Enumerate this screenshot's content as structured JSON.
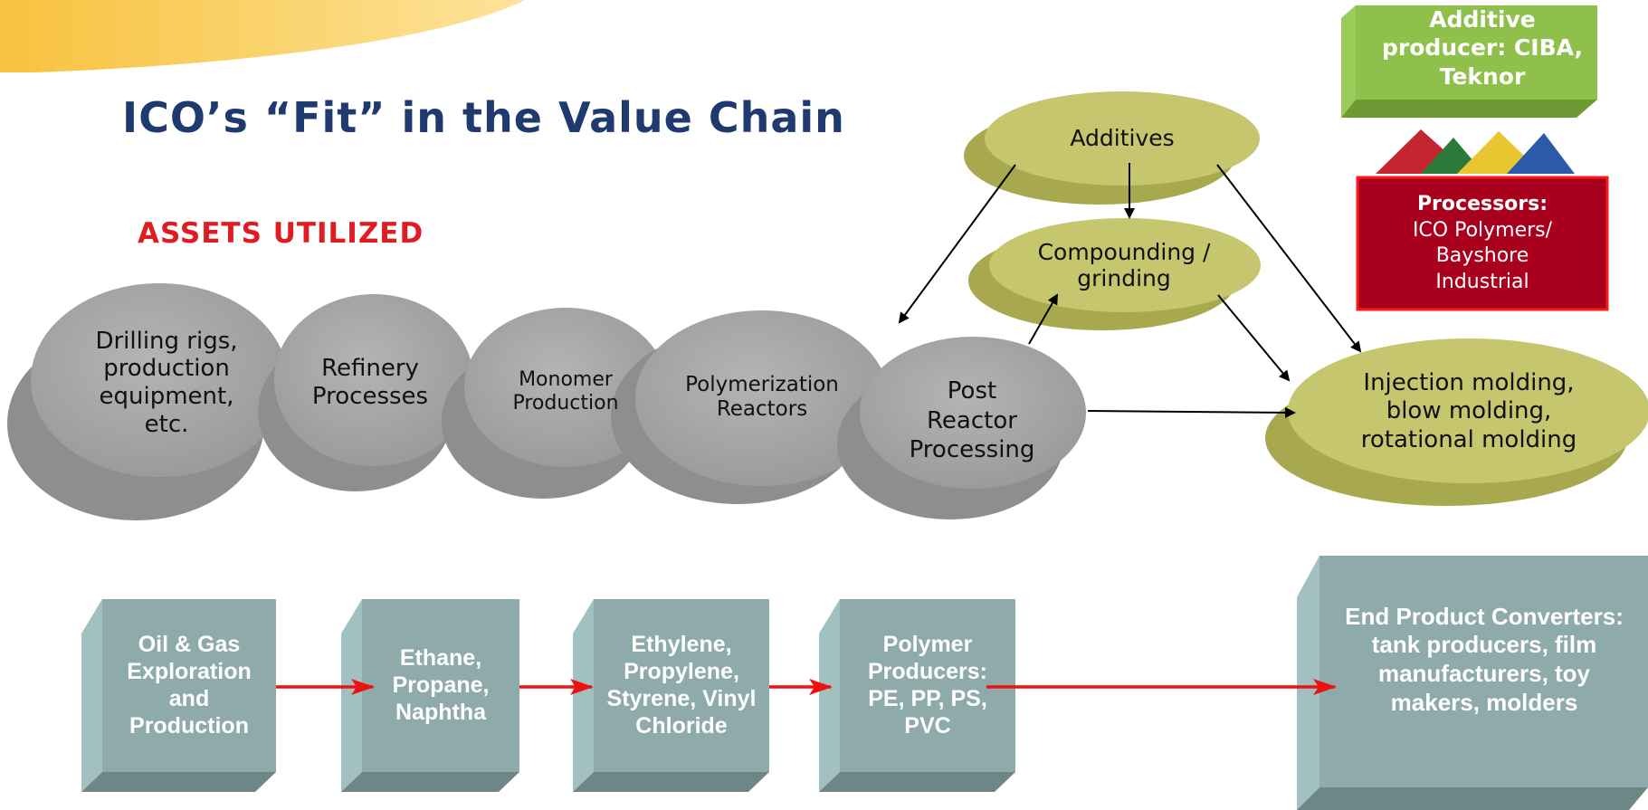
{
  "title": "ICO’s “Fit” in the Value Chain",
  "subtitle": "ASSETS UTILIZED",
  "assets": [
    {
      "id": "drilling",
      "label": "Drilling rigs, production equipment, etc."
    },
    {
      "id": "refinery",
      "label": "Refinery Processes"
    },
    {
      "id": "monomer",
      "label": "Monomer Production"
    },
    {
      "id": "polymerization",
      "label": "Polymerization Reactors"
    },
    {
      "id": "post-reactor",
      "label": "Post Reactor Processing"
    }
  ],
  "green_ovals": [
    {
      "id": "additives",
      "label": "Additives"
    },
    {
      "id": "compounding",
      "label": "Compounding / grinding"
    },
    {
      "id": "molding",
      "label": "Injection molding, blow molding, rotational molding"
    }
  ],
  "additive_producer": "Additive producer: CIBA, Teknor",
  "processors": {
    "heading": "Processors:",
    "body": "ICO Polymers/ Bayshore Industrial"
  },
  "chain": [
    {
      "id": "oil-gas",
      "label": "Oil & Gas Exploration and Production"
    },
    {
      "id": "ethane",
      "label": "Ethane, Propane, Naphtha"
    },
    {
      "id": "ethylene",
      "label": "Ethylene, Propylene, Styrene, Vinyl Chloride"
    },
    {
      "id": "polymer",
      "label": "Polymer Producers: PE, PP, PS, PVC"
    },
    {
      "id": "end-product",
      "label": "End Product Converters:  tank producers, film manufacturers, toy makers, molders"
    }
  ],
  "colors": {
    "title": "#1f3a6e",
    "subtitle": "#e01b22",
    "gray_oval": "#a5a5a5",
    "green_oval": "#c5c66e",
    "box": "#8faaaa",
    "red_arrow": "#ee1111",
    "processors_bg": "#a8001d",
    "additive_box": "#8fc04b"
  }
}
